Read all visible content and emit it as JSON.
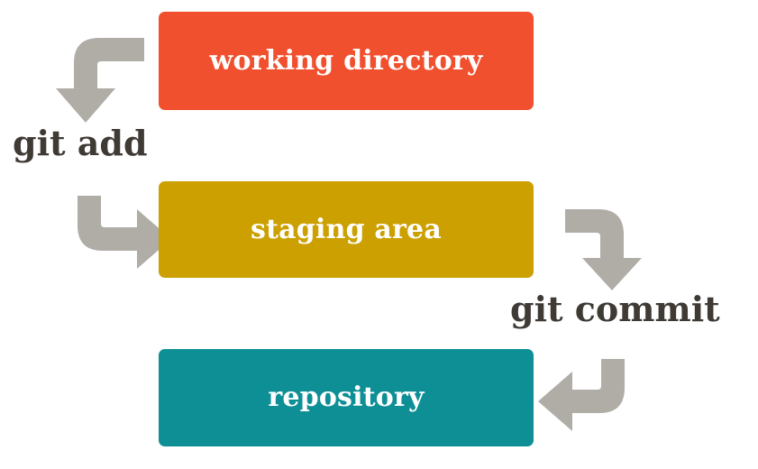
{
  "diagram": {
    "title": "git workflow",
    "background_color": "#FFFFFF",
    "arrow_color": "#B0ADA7",
    "text_color": "#403A35"
  },
  "stages": [
    {
      "id": "working-directory",
      "label": "working directory",
      "color": "#F1502F",
      "text_color": "#FFFFFF"
    },
    {
      "id": "staging-area",
      "label": "staging area",
      "color": "#CBA000",
      "text_color": "#FFFFFF"
    },
    {
      "id": "repository",
      "label": "repository",
      "color": "#0E8F96",
      "text_color": "#FFFFFF"
    }
  ],
  "commands": [
    {
      "id": "git-add",
      "label": "git add",
      "from": "working directory",
      "to": "staging area"
    },
    {
      "id": "git-commit",
      "label": "git commit",
      "from": "staging area",
      "to": "repository"
    }
  ],
  "arrows": [
    {
      "id": "arrow-working-to-label",
      "name": "elbow-down-arrow",
      "direction": "down",
      "description": "from working directory left side, turning down toward git add"
    },
    {
      "id": "arrow-label-to-staging",
      "name": "elbow-right-arrow",
      "direction": "right",
      "description": "from git add down and right into staging area"
    },
    {
      "id": "arrow-staging-to-label",
      "name": "elbow-down-arrow",
      "direction": "down",
      "description": "from staging area right side, turning down toward git commit"
    },
    {
      "id": "arrow-label-to-repo",
      "name": "elbow-left-arrow",
      "direction": "left",
      "description": "from git commit down and left into repository"
    }
  ]
}
